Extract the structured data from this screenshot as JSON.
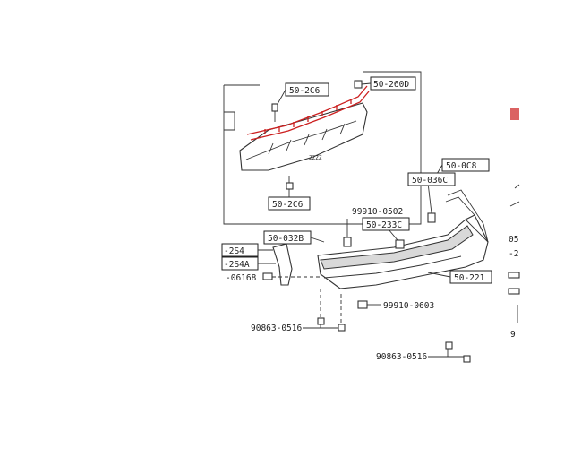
{
  "callouts": {
    "c_2c6_top": "50-2C6",
    "c_260d": "50-260D",
    "c_2c6_bottom": "50-2C6",
    "c_0c8": "50-0C8",
    "c_036c": "50-036C",
    "c_233c": "50-233C",
    "c_032b": "50-032B",
    "c_221": "50-221",
    "c_2s4": "-2S4",
    "c_2s4a": "-2S4A"
  },
  "part_numbers": {
    "p_99910_0502": "99910-0502",
    "p_06168": "-06168",
    "p_99910_0603": "99910-0603",
    "p_90863_left": "90863-0516",
    "p_90863_bottom": "90863-0516"
  },
  "edge_fragments": {
    "right_05": "05",
    "right_2": "-2",
    "right_9": "9"
  },
  "colors": {
    "highlight": "#cc1f1f",
    "line": "#333333"
  }
}
